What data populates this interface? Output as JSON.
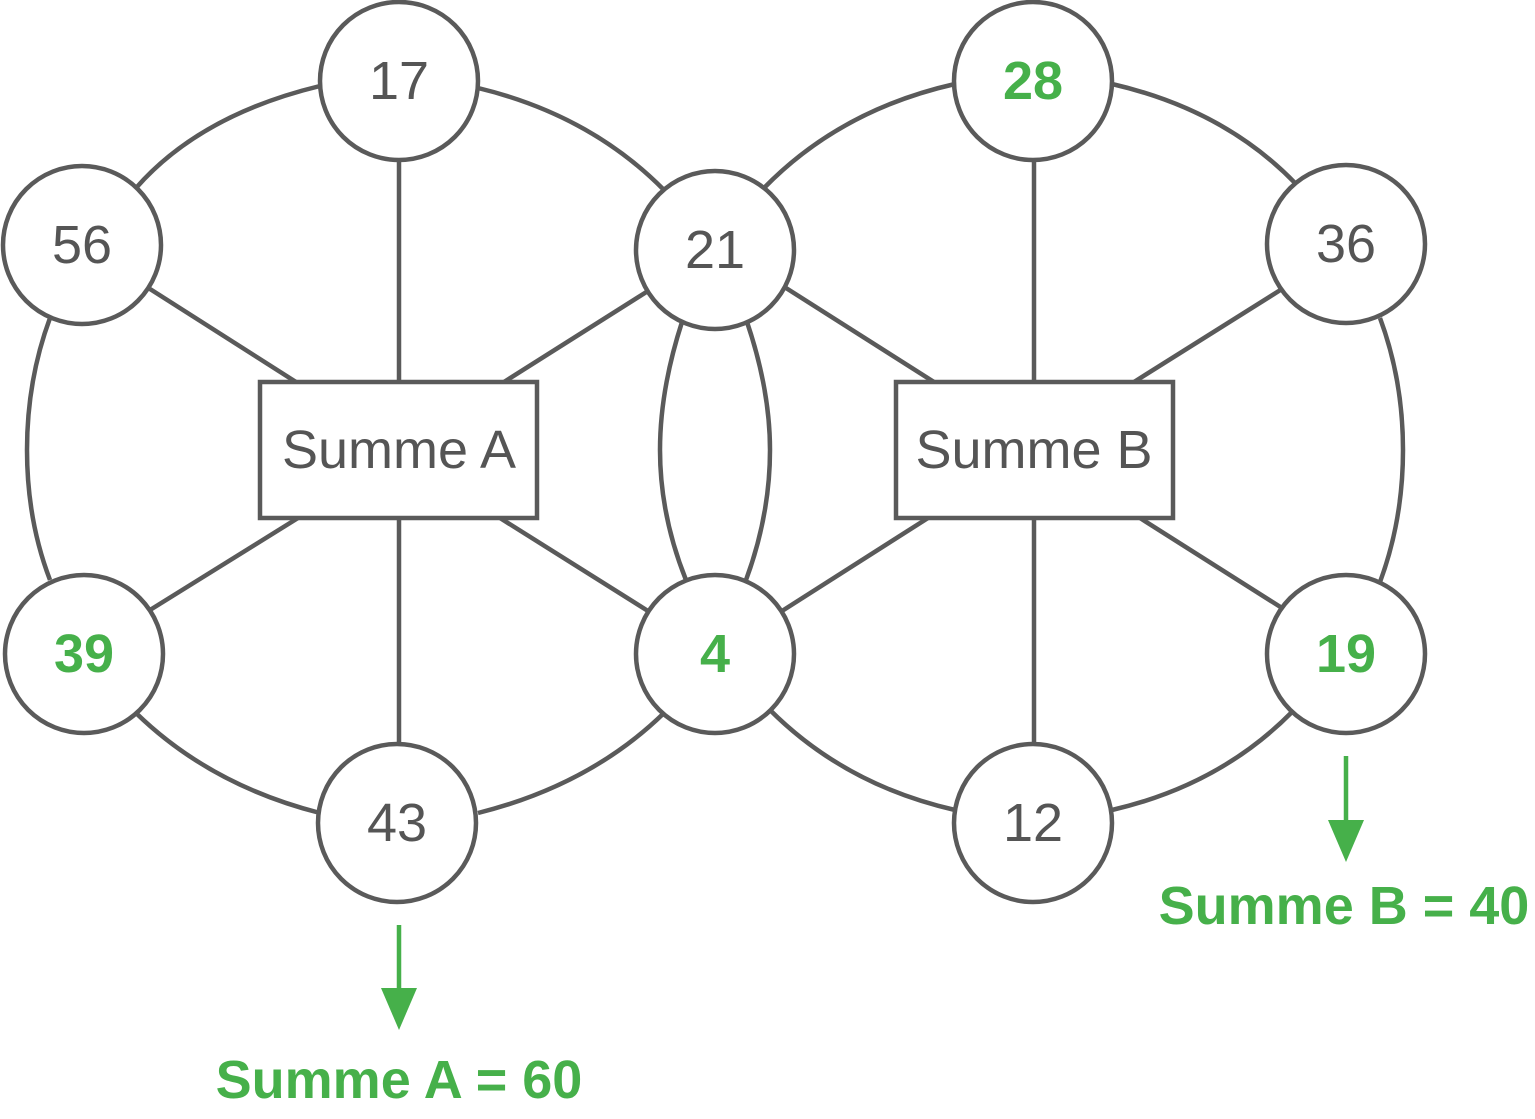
{
  "colors": {
    "line": "#5a5a5a",
    "text": "#555555",
    "highlight": "#46b04a"
  },
  "boxes": {
    "a": "Summe A",
    "b": "Summe B"
  },
  "nodes": {
    "n17": {
      "value": "17",
      "highlight": false
    },
    "n56": {
      "value": "56",
      "highlight": false
    },
    "n21": {
      "value": "21",
      "highlight": false
    },
    "n39": {
      "value": "39",
      "highlight": true
    },
    "n4": {
      "value": "4",
      "highlight": true
    },
    "n43": {
      "value": "43",
      "highlight": false
    },
    "n28": {
      "value": "28",
      "highlight": true
    },
    "n36": {
      "value": "36",
      "highlight": false
    },
    "n19": {
      "value": "19",
      "highlight": true
    },
    "n12": {
      "value": "12",
      "highlight": false
    }
  },
  "results": {
    "a": "Summe A = 60",
    "b": "Summe B = 40"
  }
}
